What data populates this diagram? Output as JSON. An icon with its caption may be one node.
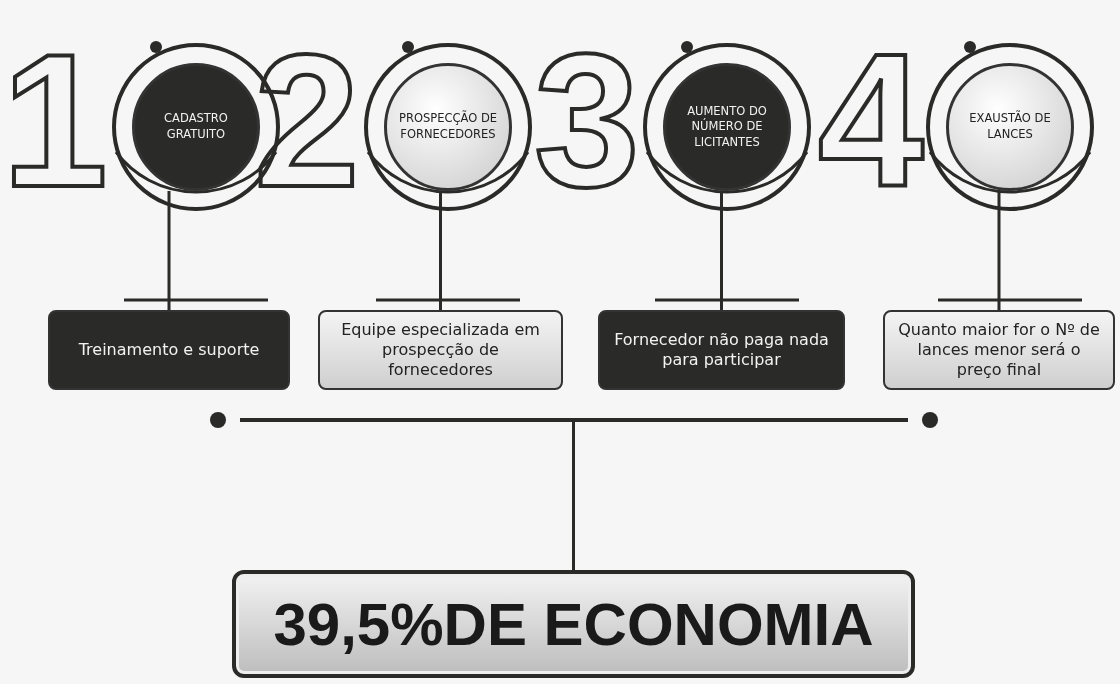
{
  "diagram": {
    "nodes": [
      {
        "text": [
          "CADASTRO GRATUITO"
        ]
      },
      {
        "text": [
          "PROSPECÇÃO DE FORNECEDORES"
        ]
      },
      {
        "text": [
          "AUMENTO DO NÚMERO DE LICITANTES"
        ]
      },
      {
        "text": [
          "EXAUSTÃO DE LANCES"
        ]
      },
      {
        "text": [
          "Treinamento e suporte"
        ]
      },
      {
        "text": [
          "Equipe especializada em prospecção de fornecedores"
        ]
      },
      {
        "text": [
          "Fornecedor não paga nada para participar"
        ]
      },
      {
        "text": [
          "Quanto maior for o Nº de lances menor será o preço final"
        ]
      },
      {
        "text": [],
        "shape": "bar"
      },
      {
        "text": [
          "39,5%DE ECONOMIA"
        ]
      }
    ],
    "edges": [
      {
        "from": 0,
        "to": 4,
        "arrow": "none"
      },
      {
        "from": 1,
        "to": 5,
        "arrow": "none"
      },
      {
        "from": 2,
        "to": 6,
        "arrow": "none"
      },
      {
        "from": 3,
        "to": 7,
        "arrow": "none"
      },
      {
        "from": 8,
        "to": 9,
        "arrow": "none"
      }
    ],
    "labels": [
      "1",
      "2",
      "3",
      "4"
    ]
  }
}
